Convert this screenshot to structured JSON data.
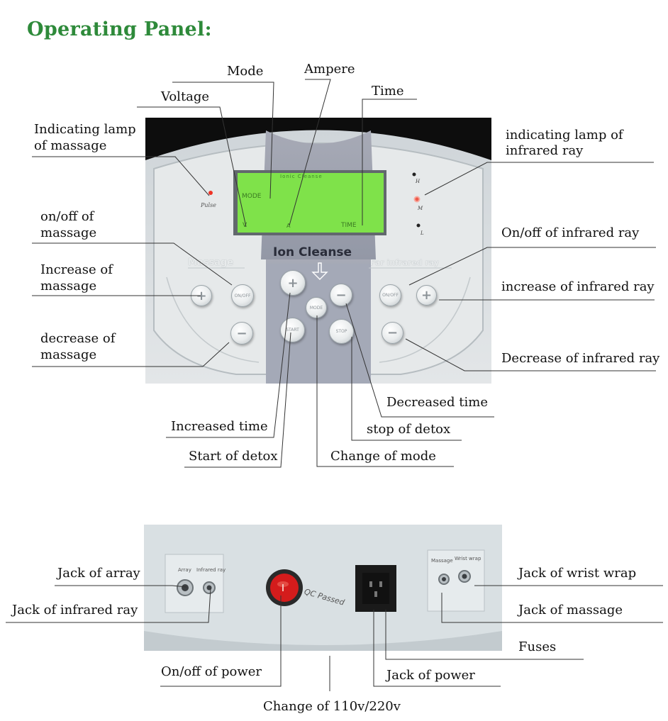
{
  "title": "Operating Panel:",
  "panel": {
    "lcd_header": "Ionic Cleanse",
    "lcd_mode": "MODE",
    "lcd_v": "V",
    "lcd_a": "A",
    "lcd_time": "TIME",
    "pulse": "Pulse",
    "lamp_h": "H",
    "lamp_m": "M",
    "lamp_l": "L",
    "section_massage": "Massage",
    "section_far_infrared": "Far infrared ray",
    "brand": "Ion Cleanse",
    "btn_plus": "+",
    "btn_minus": "−",
    "btn_onoff": "ON/OFF",
    "btn_mode": "MODE",
    "btn_start": "START",
    "btn_stop": "STOP",
    "btn_time_down": "−"
  },
  "labels_top": {
    "mode": "Mode",
    "ampere": "Ampere",
    "voltage": "Voltage",
    "time": "Time",
    "indicating_lamp_massage_1": "Indicating lamp",
    "indicating_lamp_massage_2": "of massage",
    "indicating_lamp_infrared_1": "indicating lamp of",
    "indicating_lamp_infrared_2": "infrared ray",
    "onoff_massage_1": "on/off of",
    "onoff_massage_2": "massage",
    "onoff_infrared": "On/off of infrared ray",
    "increase_massage_1": "Increase of",
    "increase_massage_2": "massage",
    "increase_infrared": "increase of infrared ray",
    "decrease_massage_1": "decrease of",
    "decrease_massage_2": "massage",
    "decrease_infrared": "Decrease of infrared ray",
    "decreased_time": "Decreased time",
    "increased_time": "Increased time",
    "stop_detox": "stop of detox",
    "start_detox": "Start of detox",
    "change_mode": "Change of mode"
  },
  "back_panel": {
    "jack_label_array": "Array",
    "jack_label_infrared": "Infrared ray",
    "jack_label_massage": "Massage",
    "jack_label_wrist": "Wrist wrap",
    "qc": "QC Passed"
  },
  "labels_bottom": {
    "jack_array": "Jack of array",
    "jack_infrared": "Jack of infrared ray",
    "jack_wrist": "Jack of wrist wrap",
    "jack_massage": "Jack of massage",
    "fuses": "Fuses",
    "onoff_power": "On/off of power",
    "jack_power": "Jack of power",
    "change_voltage": "Change of 110v/220v"
  },
  "colors": {
    "title": "#2e8a3a",
    "lcd": "#7fe24a",
    "panel_bg": "#d7dcde",
    "center_strip": "#9ea3b1",
    "power_switch": "#d41c1c"
  }
}
